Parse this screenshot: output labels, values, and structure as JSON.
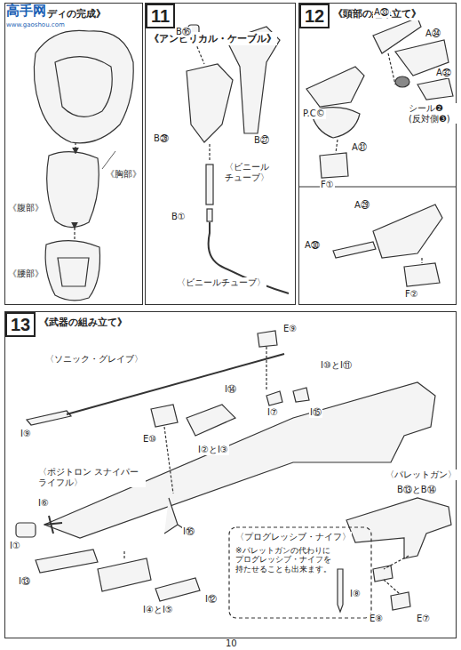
{
  "diagram": {
    "nodes": [
      {
        "text": [
          "《ボディの完成》"
        ]
      },
      {
        "text": [
          "11",
          "《アンビリカル・ケーブル》"
        ]
      },
      {
        "text": [
          "12",
          "《頭部の組み立て》"
        ]
      },
      {
        "text": [
          "13",
          "《武器の組み立て》"
        ]
      }
    ],
    "labels": [
      "《胸部》",
      "《腹部》",
      "《腰部》",
      "B⑯",
      "B㉗",
      "B㉖",
      "〈ビニール チューブ〉",
      "B①",
      "〈ビニールチューブ〉",
      "A㉝",
      "A㉞",
      "A㉜",
      "P.C©",
      "シール❷ (反対側❸)",
      "A㉛",
      "F①",
      "A㉙",
      "A㉚",
      "F②",
      "E⑨",
      "〈ソニック・グレイブ〉",
      "I⑨",
      "E⑩",
      "I⑭",
      "I⑦",
      "I⑮",
      "I⑩とI⑪",
      "I②とI③",
      "〈ポジトロン スナイパーライフル〉",
      "I①",
      "I⑥",
      "I⑯",
      "I⑬",
      "I④とI⑤",
      "I⑫",
      "〈パレットガン〉",
      "B⑬とB⑭",
      "〈プログレッシブ・ナイフ〉",
      "※パレットガンの代わりにプログレッシブ・ナイフを持たせることも出来ます。",
      "I⑧",
      "E⑧",
      "E⑦",
      "10",
      "高手网",
      "www.gaoshou.com"
    ]
  }
}
